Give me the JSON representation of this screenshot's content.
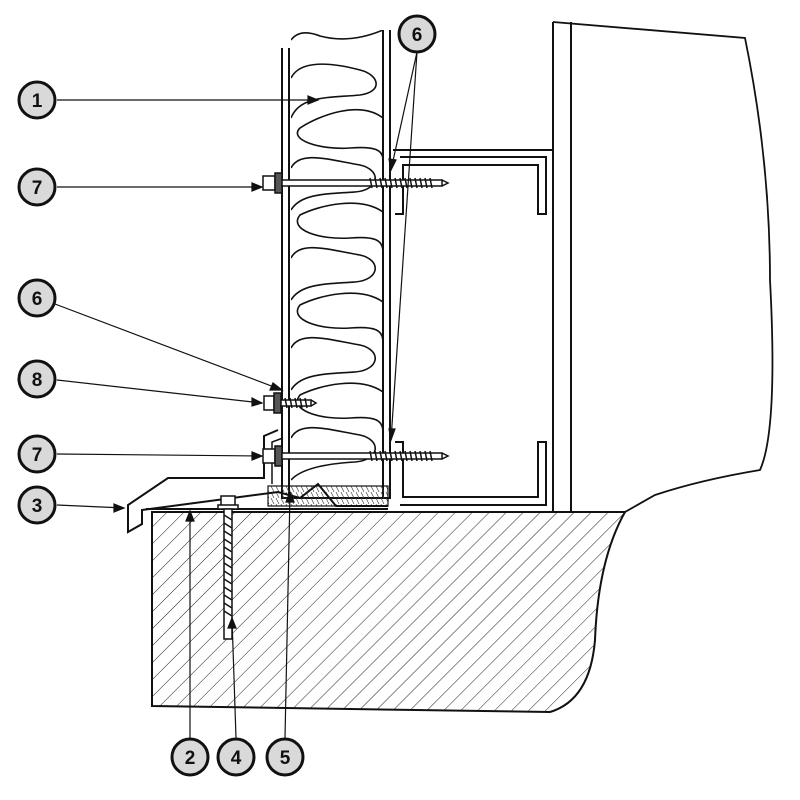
{
  "callouts": [
    {
      "id": "c1",
      "label": "1"
    },
    {
      "id": "c7a",
      "label": "7"
    },
    {
      "id": "c6a",
      "label": "6"
    },
    {
      "id": "c8",
      "label": "8"
    },
    {
      "id": "c7b",
      "label": "7"
    },
    {
      "id": "c3",
      "label": "3"
    },
    {
      "id": "c6b",
      "label": "6"
    },
    {
      "id": "c2",
      "label": "2"
    },
    {
      "id": "c4",
      "label": "4"
    },
    {
      "id": "c5",
      "label": "5"
    }
  ],
  "colors": {
    "line": "#111111",
    "badge_fill": "#d9d9d9",
    "hatch": "#222222",
    "background": "#ffffff"
  }
}
